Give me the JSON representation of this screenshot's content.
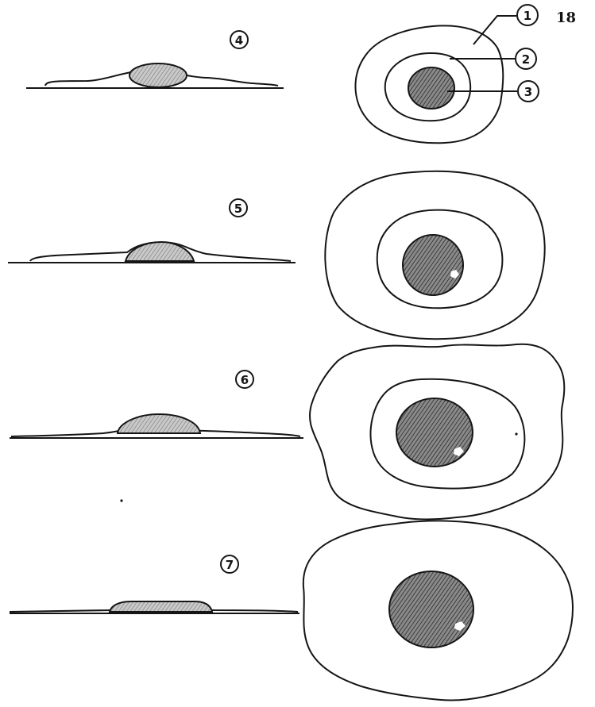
{
  "page_number": "18",
  "stages": [
    {
      "label": "4"
    },
    {
      "label": "5"
    },
    {
      "label": "6"
    },
    {
      "label": "7"
    }
  ],
  "callouts": [
    {
      "label": "1"
    },
    {
      "label": "2"
    },
    {
      "label": "3"
    }
  ],
  "colors": {
    "ink": "#151515",
    "nucleus_fill": "#6f6f6f",
    "paper": "#ffffff"
  }
}
